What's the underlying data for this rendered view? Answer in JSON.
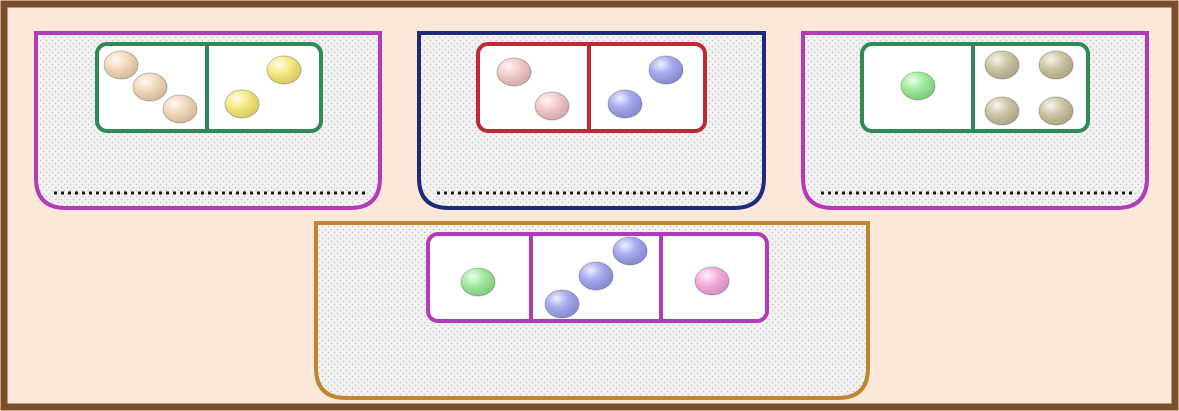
{
  "colors": {
    "board_background": "#fbe8d8",
    "board_frame": "#7a4e27",
    "pocket_fill": "#f3f2f2",
    "pocket_dots": "#c9c9c9",
    "magenta": "#b43ab8",
    "navy": "#1f2a78",
    "orange": "#c2852f",
    "green": "#2f8a55",
    "red": "#c42734"
  },
  "pockets": [
    {
      "name": "pocket-1",
      "border": "#b43ab8",
      "domino": {
        "border": "#2f8a55",
        "left": [
          {
            "color": "#f3d6b4"
          },
          {
            "color": "#f3d6b4"
          },
          {
            "color": "#f3d6b4"
          }
        ],
        "right": [
          {
            "color": "#f7e873"
          },
          {
            "color": "#f7e873"
          }
        ]
      }
    },
    {
      "name": "pocket-2",
      "border": "#1f2a78",
      "domino": {
        "border": "#c42734",
        "left": [
          {
            "color": "#f3c4c4"
          },
          {
            "color": "#f3c4c4"
          }
        ],
        "right": [
          {
            "color": "#9aa0ee"
          },
          {
            "color": "#9aa0ee"
          }
        ]
      }
    },
    {
      "name": "pocket-3",
      "border": "#b43ab8",
      "domino": {
        "border": "#2f8a55",
        "left": [
          {
            "color": "#93ea92"
          }
        ],
        "right": [
          {
            "color": "#c8c09a"
          },
          {
            "color": "#c8c09a"
          },
          {
            "color": "#c8c09a"
          },
          {
            "color": "#c8c09a"
          }
        ]
      }
    },
    {
      "name": "pocket-4",
      "border": "#c2852f",
      "domino": {
        "border": "#b43ab8",
        "sections": [
          [
            {
              "color": "#93ea92"
            }
          ],
          [
            {
              "color": "#9aa0ee"
            },
            {
              "color": "#9aa0ee"
            },
            {
              "color": "#9aa0ee"
            }
          ],
          [
            {
              "color": "#f3a6d8"
            }
          ]
        ]
      }
    }
  ]
}
